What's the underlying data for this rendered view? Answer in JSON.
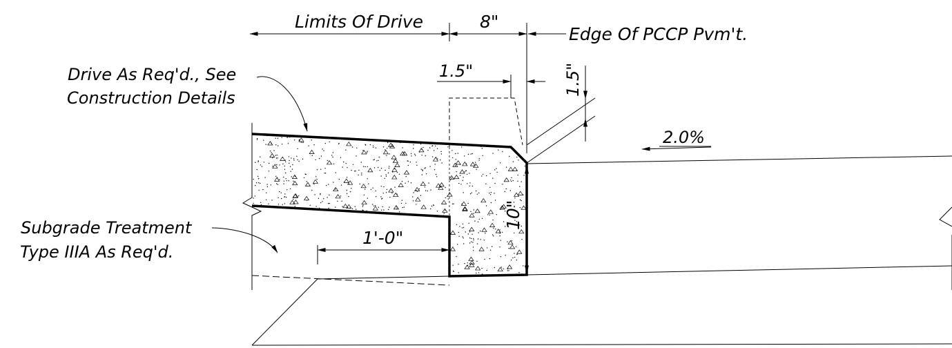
{
  "labels": {
    "limits_of_drive": "Limits Of Drive",
    "dim_8in": "8\"",
    "edge_of_pccp": "Edge Of PCCP Pvm't.",
    "dim_1_5in_h": "1.5\"",
    "dim_1_5in_v": "1.5\"",
    "drive_note_line1": "Drive As Req'd., See",
    "drive_note_line2": "Construction Details",
    "slope": "2.0%",
    "subgrade_line1": "Subgrade Treatment",
    "subgrade_line2": "Type IIIA As Req'd.",
    "dim_1ft": "1'-0\"",
    "dim_10in": "10\""
  },
  "colors": {
    "line": "#000000",
    "background": "#ffffff"
  }
}
